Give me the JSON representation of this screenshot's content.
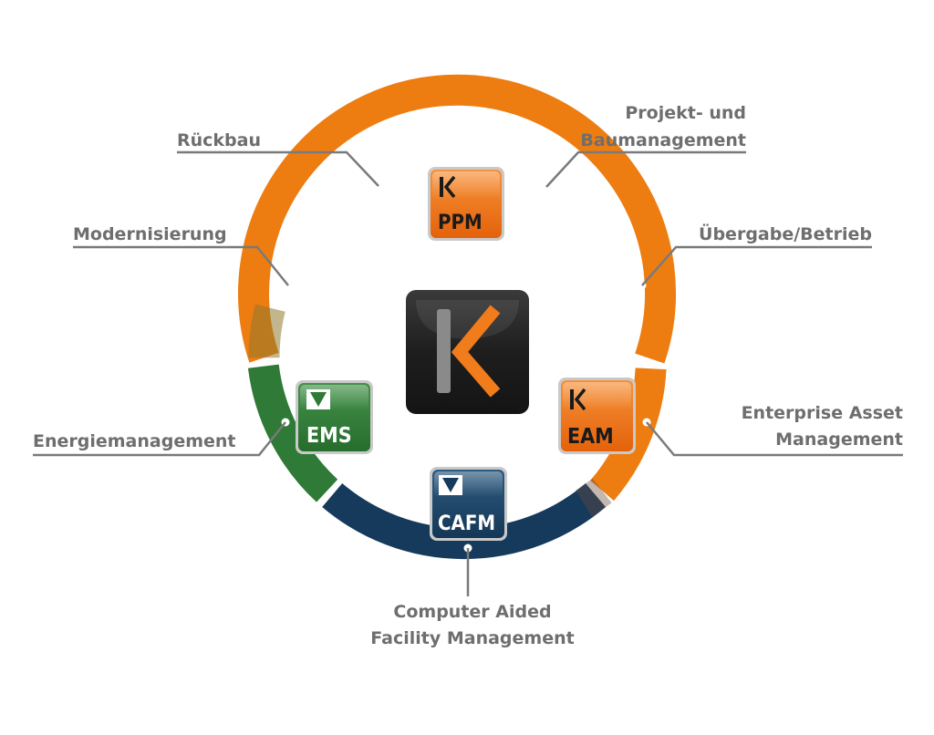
{
  "labels": {
    "rueckbau": "Rückbau",
    "projekt_line1": "Projekt- und",
    "projekt_line2": "Baumanagement",
    "modernisierung": "Modernisierung",
    "uebergabe": "Übergabe/Betrieb",
    "energiemanagement": "Energiemanagement",
    "eam_line1": "Enterprise Asset",
    "eam_line2": "Management",
    "cafm_line1": "Computer Aided",
    "cafm_line2": "Facility Management"
  },
  "tiles": {
    "ppm": "PPM",
    "eam": "EAM",
    "ems": "EMS",
    "cafm": "CAFM"
  },
  "colors": {
    "orange": "#ee7d11",
    "green": "#2e7a36",
    "navy": "#153a5c",
    "label_gray": "#6e6e6e",
    "center_tile": "#222222"
  },
  "icons": {
    "center": "k-logo-icon",
    "k_brand": "k-logo-icon",
    "v_brand": "v-logo-icon"
  }
}
